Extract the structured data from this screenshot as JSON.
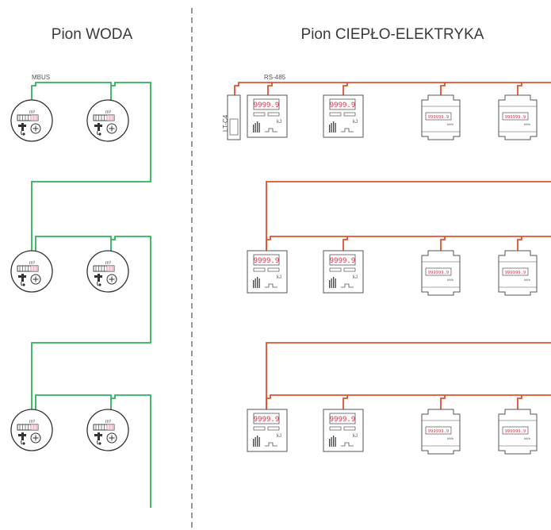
{
  "titles": {
    "water": "Pion WODA",
    "heat": "Pion CIEPŁO-ELEKTRYKA"
  },
  "bus_labels": {
    "mbus": "MBUS",
    "rs485": "RS-485"
  },
  "converter_label": "LT-C4",
  "water_meter": {
    "unit": "m³",
    "plus": "+"
  },
  "heat_meter": {
    "display": "9999.9",
    "unit": "kJ"
  },
  "energy_meter": {
    "display": "999999.9",
    "unit": "kWh"
  },
  "colors": {
    "mbus_line": "#2fb35a",
    "rs485_line": "#e4502d",
    "lcd_text": "#e0334a",
    "divider": "#555555"
  }
}
